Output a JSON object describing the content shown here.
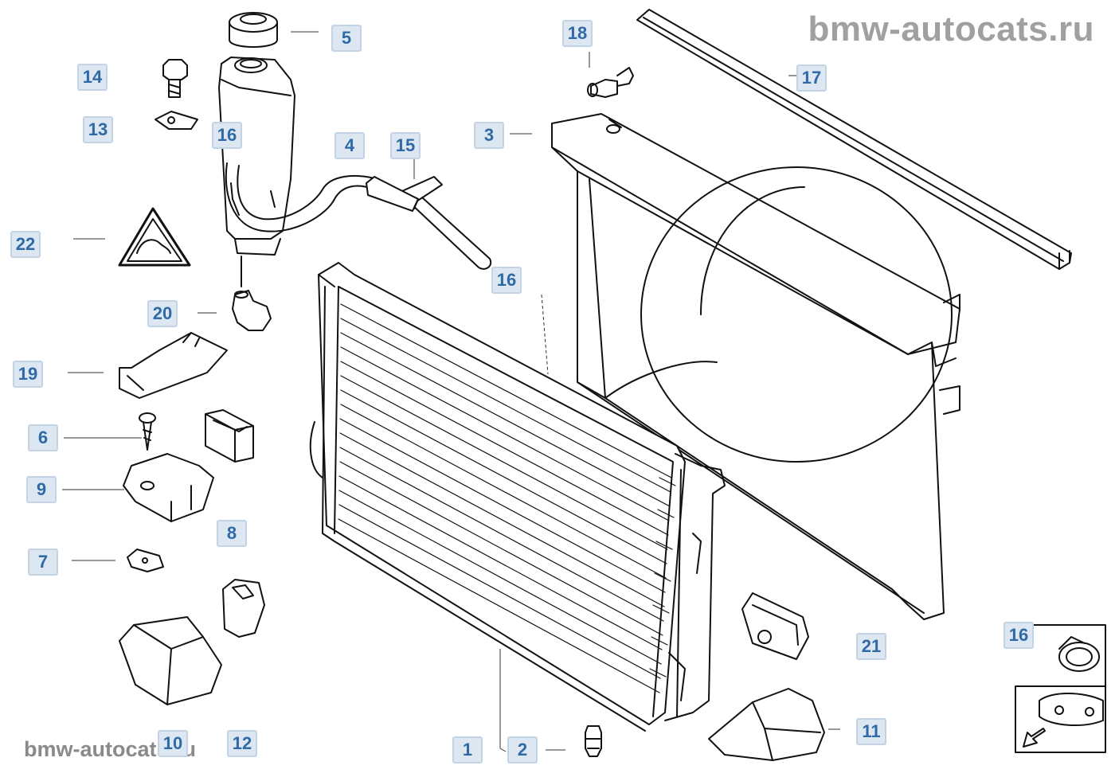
{
  "watermark": {
    "top": "bmw-autocats.ru",
    "bottom": "bmw-autocats.ru"
  },
  "callouts": {
    "c1": "1",
    "c2": "2",
    "c3": "3",
    "c4": "4",
    "c5": "5",
    "c6": "6",
    "c7": "7",
    "c8": "8",
    "c9": "9",
    "c10": "10",
    "c11": "11",
    "c12": "12",
    "c13": "13",
    "c14": "14",
    "c15": "15",
    "c16a": "16",
    "c16b": "16",
    "c16c": "16",
    "c17": "17",
    "c18": "18",
    "c19": "19",
    "c20": "20",
    "c21": "21",
    "c22": "22"
  },
  "icons": {
    "hose-clamp": "hose-clamp-icon",
    "car-front": "car-front-icon",
    "warning": "hot-coolant-warning-icon"
  },
  "colors": {
    "callout_bg": "#dde7f1",
    "callout_border": "#c3d3e4",
    "callout_text": "#2f6aa6",
    "watermark": "#a0a0a0",
    "line_art": "#111111"
  }
}
